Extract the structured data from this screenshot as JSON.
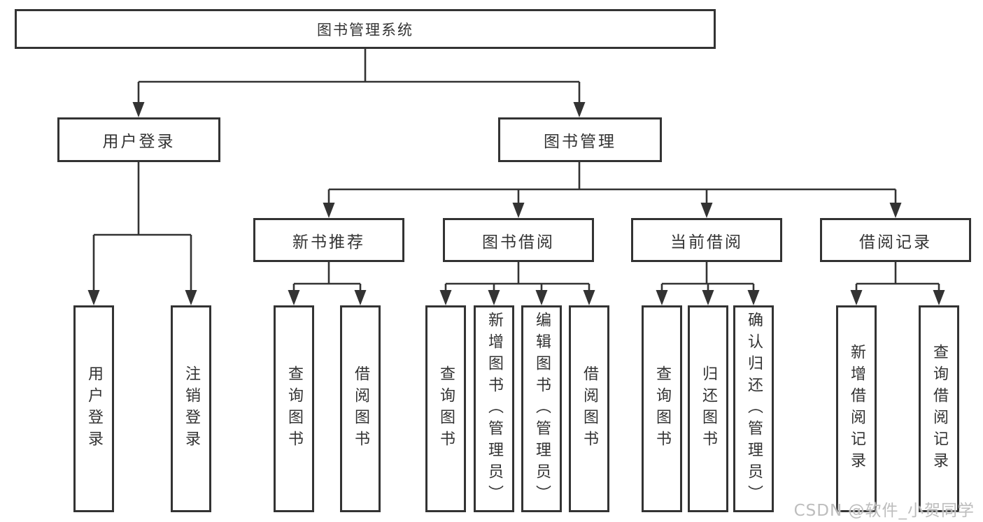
{
  "diagram": {
    "root": {
      "label": "图书管理系统"
    },
    "branches": [
      {
        "label": "用户登录",
        "children": [
          "用户登录",
          "注销登录"
        ]
      },
      {
        "label": "图书管理",
        "sections": [
          {
            "label": "新书推荐",
            "children": [
              "查询图书",
              "借阅图书"
            ]
          },
          {
            "label": "图书借阅",
            "children": [
              "查询图书",
              "新增图书（管理员）",
              "编辑图书（管理员）",
              "借阅图书"
            ]
          },
          {
            "label": "当前借阅",
            "children": [
              "查询图书",
              "归还图书",
              "确认归还（管理员）"
            ]
          },
          {
            "label": "借阅记录",
            "children": [
              "新增借阅记录",
              "查询借阅记录"
            ]
          }
        ]
      }
    ]
  },
  "watermark": {
    "text": "CSDN @软件_小贺同学"
  },
  "colors": {
    "line": "#333333",
    "box_border": "#333333",
    "box_fill": "#ffffff",
    "text": "#333333",
    "background": "#ffffff",
    "watermark": "#bdbdbd"
  }
}
